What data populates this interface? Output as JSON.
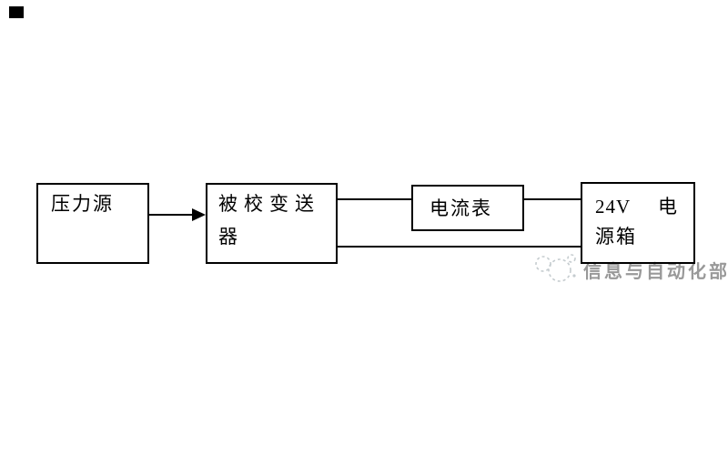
{
  "page": {
    "background": "#ffffff",
    "corner_mark_color": "#000000"
  },
  "diagram": {
    "type": "block-diagram",
    "nodes": {
      "pressure_source": {
        "label": "压力源"
      },
      "transmitter": {
        "label": "被校变送器",
        "line1": "被校变送",
        "line2": "器"
      },
      "ammeter": {
        "label": "电流表"
      },
      "power_box": {
        "label": "24V 电源箱",
        "line1_left": "24V",
        "line1_right": "电",
        "line2": "源箱"
      }
    },
    "connections": [
      {
        "from": "压力源",
        "to": "被校变送器",
        "style": "arrow"
      },
      {
        "from": "被校变送器",
        "to": "电流表",
        "style": "line"
      },
      {
        "from": "电流表",
        "to": "24V 电源箱",
        "style": "line"
      },
      {
        "from": "被校变送器",
        "to": "24V 电源箱",
        "style": "line"
      }
    ],
    "colors": {
      "stroke": "#000000",
      "text": "#000000"
    }
  },
  "watermark": {
    "icon": "dashed-circles-logo",
    "icon_color": "#c5cccf",
    "text": "信息与自动化部",
    "text_color": "#999999"
  }
}
